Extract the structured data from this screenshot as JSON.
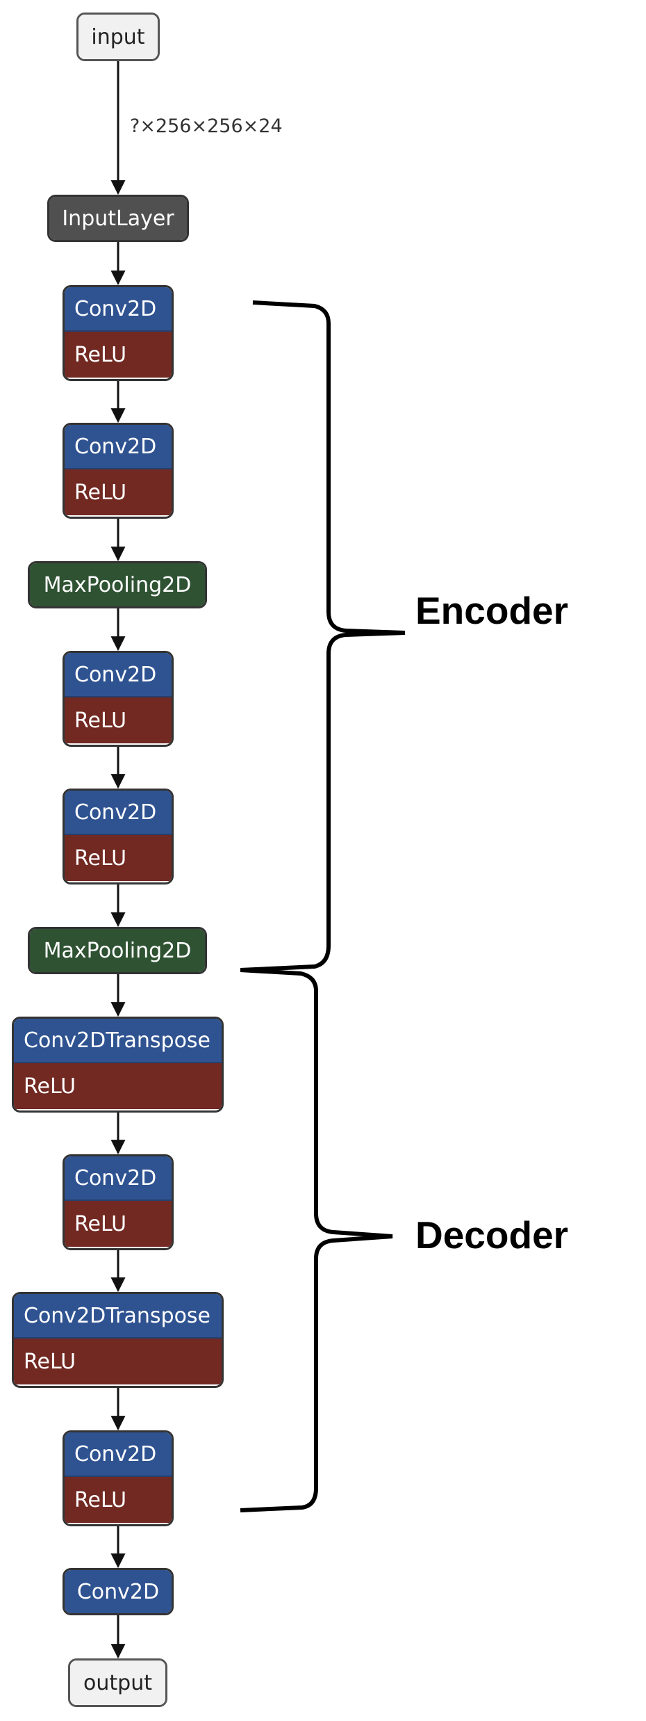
{
  "edge_label": "?×256×256×24",
  "nodes": {
    "input": "input",
    "input_layer": "InputLayer",
    "conv_1": "Conv2D",
    "relu_1": "ReLU",
    "conv_2": "Conv2D",
    "relu_2": "ReLU",
    "pool_1": "MaxPooling2D",
    "conv_3": "Conv2D",
    "relu_3": "ReLU",
    "conv_4": "Conv2D",
    "relu_4": "ReLU",
    "pool_2": "MaxPooling2D",
    "tconv_1": "Conv2DTranspose",
    "relu_5": "ReLU",
    "conv_5": "Conv2D",
    "relu_6": "ReLU",
    "tconv_2": "Conv2DTranspose",
    "relu_7": "ReLU",
    "conv_6": "Conv2D",
    "relu_8": "ReLU",
    "conv_7": "Conv2D",
    "output": "output"
  },
  "groups": {
    "encoder": "Encoder",
    "decoder": "Decoder"
  },
  "colors": {
    "conv": "#2f5391",
    "relu": "#712922",
    "pool": "#2e5232",
    "input_layer": "#505050",
    "io": "#f1f1f1"
  }
}
